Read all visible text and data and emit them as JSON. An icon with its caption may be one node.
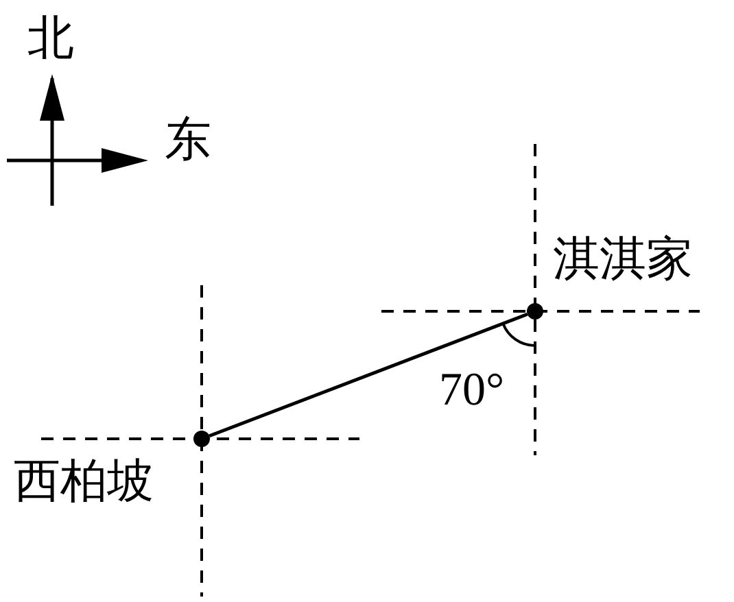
{
  "diagram": {
    "nodes": [
      {
        "text": [],
        "shape": "circle",
        "beside": [
          "淇淇家"
        ]
      },
      {
        "text": [],
        "shape": "circle",
        "beside": [
          "西柏坡"
        ]
      }
    ],
    "edges": [
      {
        "from": 1,
        "to": 0,
        "arrow": "none"
      }
    ],
    "labels": [
      "北",
      "东",
      "70°"
    ]
  }
}
